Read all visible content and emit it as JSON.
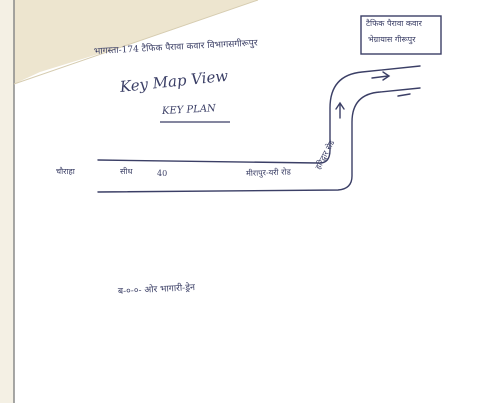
{
  "document": {
    "header_line": "भागस्ता-174 टैफिक पैरावा कवार विभागसगीरूपुर",
    "title": "Key Map View",
    "subtitle": "KEY PLAN",
    "stamp": {
      "line1": "टैफिक पैरावा कवार",
      "line2": "भेग्रायास गीरूपुर"
    },
    "road_labels": {
      "left_place": "चौराहा",
      "road_start": "सीध",
      "distance": "40",
      "road_name": "मीरापुर-यरी रोड",
      "road_turn": "हरिद्वार रोड"
    },
    "bottom_note": "ब-०-०- ओर भागारी-ड्रेन"
  },
  "colors": {
    "ink": "#3b3f66",
    "paper": "#ffffff",
    "shadow": "#ede5cf"
  }
}
